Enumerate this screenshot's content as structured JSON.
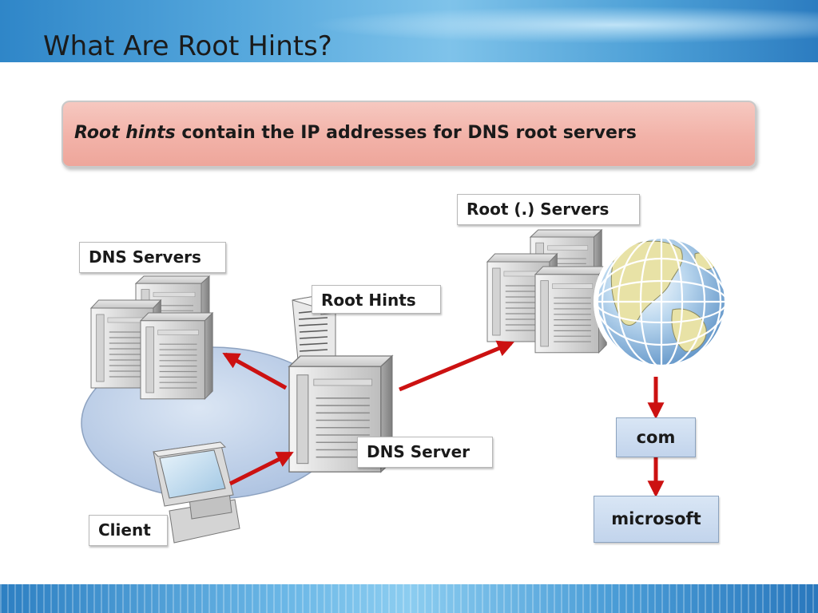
{
  "slide": {
    "title": "What Are Root Hints?",
    "callout": {
      "emphasis": "Root hints",
      "rest": " contain the IP addresses for DNS root servers"
    }
  },
  "labels": {
    "root_servers": "Root (.) Servers",
    "dns_servers": "DNS Servers",
    "root_hints": "Root Hints",
    "dns_server": "DNS Server",
    "client": "Client"
  },
  "hierarchy": {
    "level1": "com",
    "level2": "microsoft"
  },
  "colors": {
    "arrow": "#cc1111",
    "callout_fill": "#f2b2a8",
    "network_ellipse": "#c3d3ea"
  },
  "icons": [
    "server-icon",
    "document-icon",
    "globe-icon",
    "computer-icon",
    "arrow-icon"
  ]
}
